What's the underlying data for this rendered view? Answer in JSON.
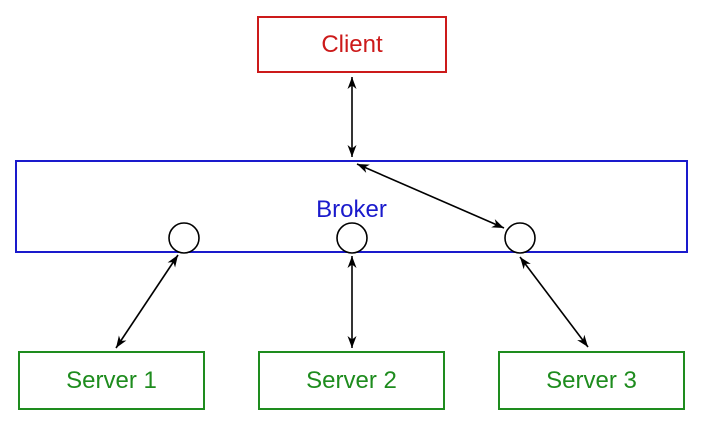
{
  "diagram": {
    "background": "#ffffff",
    "line_color": "#000000",
    "nodes": {
      "client": {
        "label": "Client",
        "color": "#cc1a1a",
        "shape": "rectangle"
      },
      "broker": {
        "label": "Broker",
        "color": "#1a1acc",
        "shape": "rectangle"
      },
      "server1": {
        "label": "Server 1",
        "color": "#1e8c1e",
        "shape": "rectangle"
      },
      "server2": {
        "label": "Server 2",
        "color": "#1e8c1e",
        "shape": "rectangle"
      },
      "server3": {
        "label": "Server 3",
        "color": "#1e8c1e",
        "shape": "rectangle"
      }
    },
    "ports": [
      {
        "id": "broker-port-1",
        "attached_to": "broker",
        "position": "bottom-edge-left"
      },
      {
        "id": "broker-port-2",
        "attached_to": "broker",
        "position": "bottom-edge-center"
      },
      {
        "id": "broker-port-3",
        "attached_to": "broker",
        "position": "bottom-edge-right"
      }
    ],
    "connections": [
      {
        "from": "client",
        "to": "broker",
        "arrows": "both",
        "style": "straight-vertical"
      },
      {
        "from": "broker",
        "to": "broker-port-3",
        "arrows": "both",
        "style": "straight-diagonal"
      },
      {
        "from": "broker-port-1",
        "to": "server1",
        "arrows": "both",
        "style": "straight-diagonal"
      },
      {
        "from": "broker-port-2",
        "to": "server2",
        "arrows": "both",
        "style": "straight-vertical"
      },
      {
        "from": "broker-port-3",
        "to": "server3",
        "arrows": "both",
        "style": "straight-diagonal"
      }
    ]
  }
}
